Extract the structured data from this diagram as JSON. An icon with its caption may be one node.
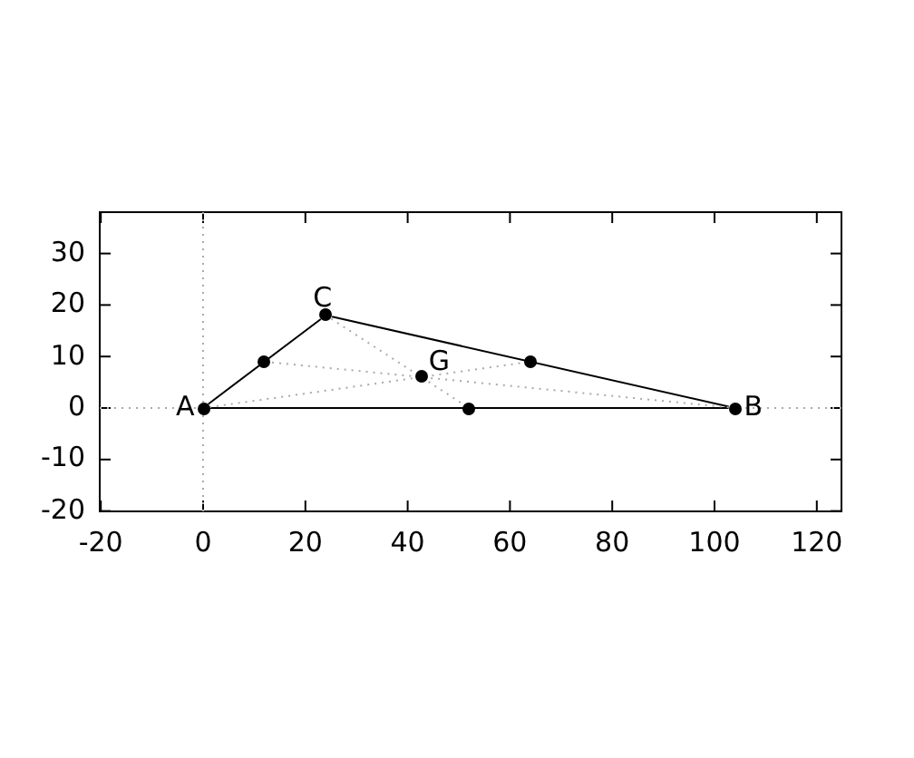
{
  "diagram": {
    "nodes": [
      {
        "text": [],
        "shape": "circle",
        "beside": [
          "A"
        ]
      },
      {
        "text": [],
        "shape": "circle",
        "beside": [
          "B"
        ]
      },
      {
        "text": [],
        "shape": "circle",
        "beside": [
          "C"
        ]
      },
      {
        "text": [],
        "shape": "circle",
        "beside": [
          "G"
        ]
      },
      {
        "text": [],
        "shape": "circle"
      },
      {
        "text": [],
        "shape": "circle"
      },
      {
        "text": [],
        "shape": "circle"
      }
    ],
    "edges": [
      {
        "from": 0,
        "to": 1,
        "arrow": "none"
      },
      {
        "from": 1,
        "to": 2,
        "arrow": "none"
      },
      {
        "from": 2,
        "to": 0,
        "arrow": "none"
      },
      {
        "from": 2,
        "to": 6,
        "arrow": "none",
        "style": "dashed",
        "color": "#aaaaaa"
      },
      {
        "from": 0,
        "to": 5,
        "arrow": "none",
        "style": "dashed",
        "color": "#aaaaaa"
      },
      {
        "from": 1,
        "to": 4,
        "arrow": "none",
        "style": "dashed",
        "color": "#aaaaaa"
      }
    ],
    "labels": [
      "30",
      "20",
      "10",
      "0",
      "-10",
      "-20",
      "-20",
      "0",
      "20",
      "40",
      "60",
      "80",
      "100",
      "120"
    ]
  }
}
